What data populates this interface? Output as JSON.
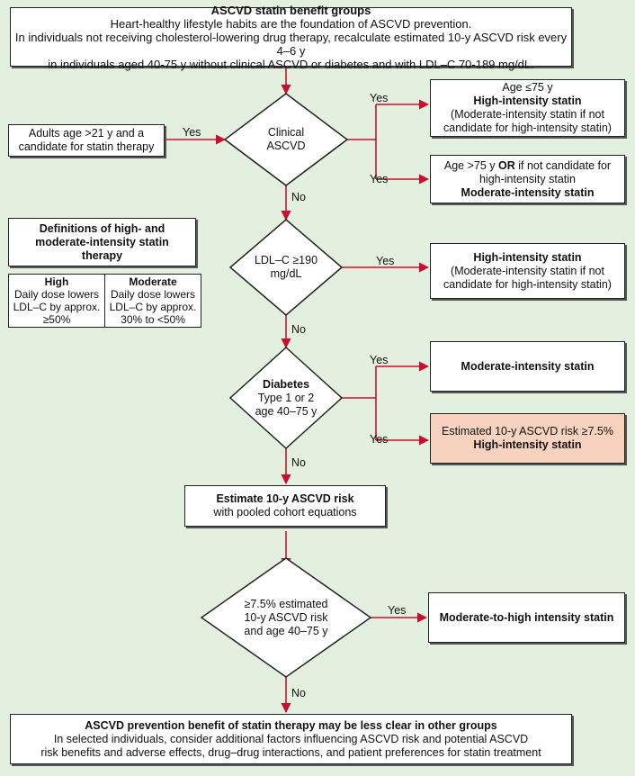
{
  "header": {
    "title": "ASCVD statin benefit groups",
    "line1": "Heart-healthy lifestyle habits are the foundation of ASCVD prevention.",
    "line2": "In individuals not receiving cholesterol-lowering drug therapy, recalculate estimated 10-y ASCVD risk every 4–6 y",
    "line3": "in individuals aged 40-75 y without clinical ASCVD or diabetes and with LDL–C 70-189 mg/dL."
  },
  "start": {
    "line1": "Adults age >21 y and a",
    "line2": "candidate for statin therapy"
  },
  "diamonds": {
    "clinical": {
      "line1": "Clinical",
      "line2": "ASCVD"
    },
    "ldl": {
      "line1": "LDL–C ≥190",
      "line2": "mg/dL"
    },
    "diabetes": {
      "line1": "Diabetes",
      "line2": "Type 1 or 2",
      "line3": "age 40–75 y"
    },
    "risk": {
      "line1": "≥7.5% estimated",
      "line2": "10-y ASCVD risk",
      "line3": "and age 40–75 y"
    }
  },
  "outcomes": {
    "age_le75": {
      "line1": "Age ≤75 y",
      "line2": "High-intensity statin",
      "line3": "(Moderate-intensity statin if not",
      "line4": "candidate for high-intensity statin)"
    },
    "age_gt75": {
      "line1a": "Age >75 y ",
      "line1b": "OR",
      "line1c": " if not candidate for",
      "line2": "high-intensity statin",
      "line3": "Moderate-intensity statin"
    },
    "ldl_high": {
      "line1": "High-intensity statin",
      "line2": "(Moderate-intensity statin if not",
      "line3": "candidate for high-intensity statin)"
    },
    "diab_mod": {
      "line1": "Moderate-intensity statin"
    },
    "diab_high": {
      "line1": "Estimated 10-y ASCVD risk ≥7.5%",
      "line2": "High-intensity statin"
    },
    "mod_to_high": {
      "line1": "Moderate-to-high intensity statin"
    }
  },
  "estimate": {
    "line1": "Estimate 10-y ASCVD risk",
    "line2": "with pooled cohort equations"
  },
  "definitions": {
    "title_line1": "Definitions of high- and",
    "title_line2": "moderate-intensity statin",
    "title_line3": "therapy",
    "high": {
      "head": "High",
      "l1": "Daily dose lowers",
      "l2": "LDL–C by approx.",
      "l3": "≥50%"
    },
    "moderate": {
      "head": "Moderate",
      "l1": "Daily dose lowers",
      "l2": "LDL–C by approx.",
      "l3": "30% to <50%"
    }
  },
  "footer": {
    "title": "ASCVD prevention benefit of statin therapy may be less clear in other groups",
    "line1": "In selected individuals, consider additional factors influencing ASCVD risk and potential ASCVD",
    "line2": "risk benefits and adverse effects, drug–drug interactions, and patient preferences for statin treatment"
  },
  "labels": {
    "yes": "Yes",
    "no": "No"
  },
  "colors": {
    "arrow": "#c8102e",
    "background": "#e4f0df",
    "highlight": "#f7d3bf"
  }
}
